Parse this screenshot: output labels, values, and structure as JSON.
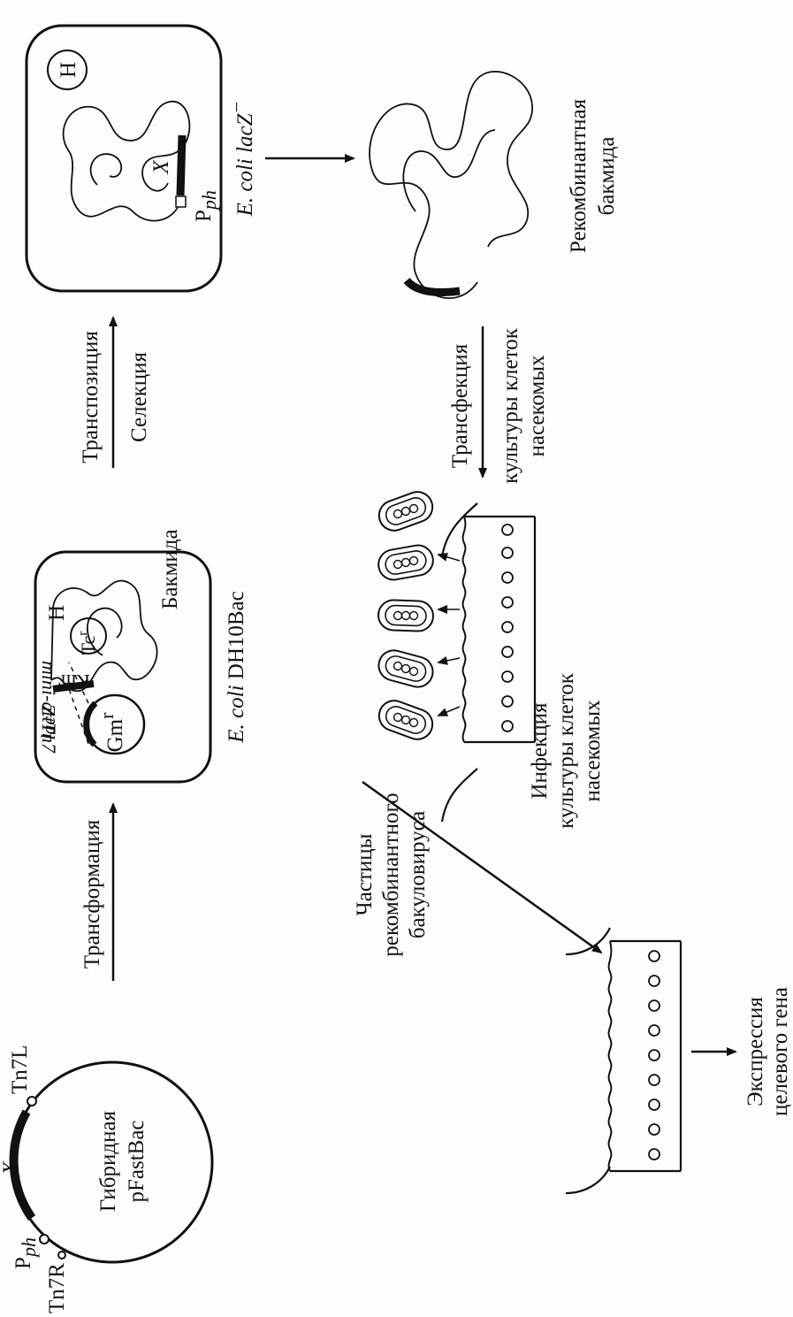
{
  "plasmid": {
    "name_line1": "Гибридная",
    "name_line2": "pFastBac",
    "promoter": "P",
    "promoter_sub": "ph",
    "gene": "X",
    "tn7r": "Tn7R",
    "tn7l": "Tn7L"
  },
  "step_transformation": "Трансформация",
  "dh10bac": {
    "helper": "Gm",
    "helper_sup": "r",
    "tet": "Tc",
    "tet_sup": "r",
    "h": "H",
    "kan": "Km",
    "kan_sup": "r",
    "mini_att": "mini-attTn7",
    "lacz": "lacZ",
    "bacmid": "Бакмида",
    "caption_italic": "E. coli",
    "caption_rest": " DH10Bac"
  },
  "step_transposition": "Транспозиция",
  "step_selection": "Селекция",
  "lacz_cell": {
    "h": "H",
    "gene": "X",
    "promoter": "P",
    "promoter_sub": "ph",
    "caption_italic": "E. coli lacZ",
    "caption_sup": "−"
  },
  "recombinant_bacmid": {
    "line1": "Рекомбинантная",
    "line2": "бакмида"
  },
  "transfection": {
    "line1": "Трансфекция",
    "line2": "культуры клеток",
    "line3": "насекомых"
  },
  "virus_particles": {
    "line1": "Частицы",
    "line2": "рекомбинантного",
    "line3": "бакуловируса"
  },
  "infection": {
    "line1": "Инфекция",
    "line2": "культуры клеток",
    "line3": "насекомых"
  },
  "expression": {
    "line1": "Экспрессия",
    "line2": "целевого гена"
  }
}
